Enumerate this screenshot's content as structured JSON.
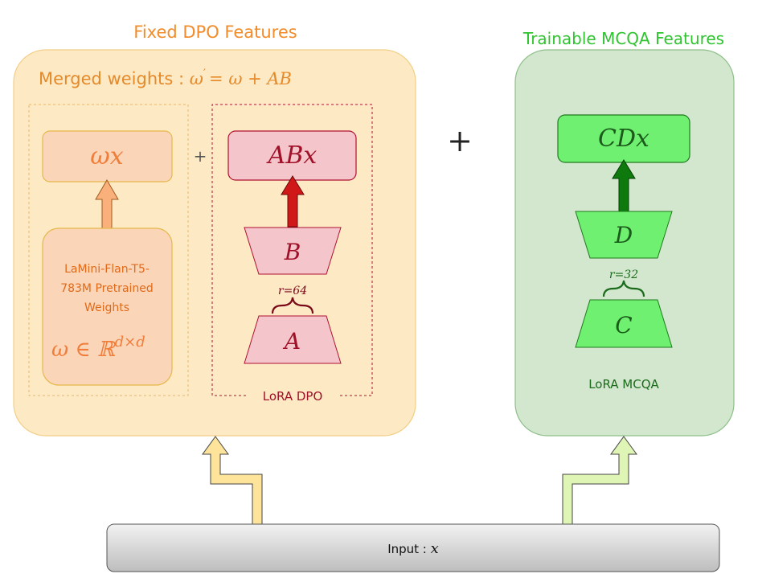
{
  "colors": {
    "orange_text": "#f28c28",
    "green_text": "#2fc42f",
    "dpo_panel_fill": "#fde9c4",
    "mcqa_panel_fill": "#d3e7cf",
    "red_line": "#b01030",
    "red_text": "#a01028",
    "dark_green_text": "#1a6b1a",
    "bright_green_fill": "#70f070"
  },
  "dpo": {
    "title": "Fixed DPO Features",
    "merged_label": "Merged weights : ",
    "merged_omega_prime": "ω",
    "merged_prime": "′",
    "merged_rhs": "= ω + AB",
    "omega_x": "ωx",
    "pretrained_line1": "LaMini-Flan-T5-",
    "pretrained_line2": "783M Pretrained",
    "pretrained_line3": "Weights",
    "omega_in_r": "ω ∈ ℝ",
    "omega_sup": "d×d",
    "inner_plus": "+",
    "abx": "ABx",
    "b": "B",
    "a": "A",
    "rank_label": "r=64",
    "lora_label": "LoRA DPO"
  },
  "outer_plus": "+",
  "mcqa": {
    "title": "Trainable MCQA Features",
    "cdx": "CDx",
    "d": "D",
    "c": "C",
    "rank_label": "r=32",
    "lora_label": "LoRA MCQA"
  },
  "input": {
    "label": "Input : ",
    "var": "x"
  }
}
